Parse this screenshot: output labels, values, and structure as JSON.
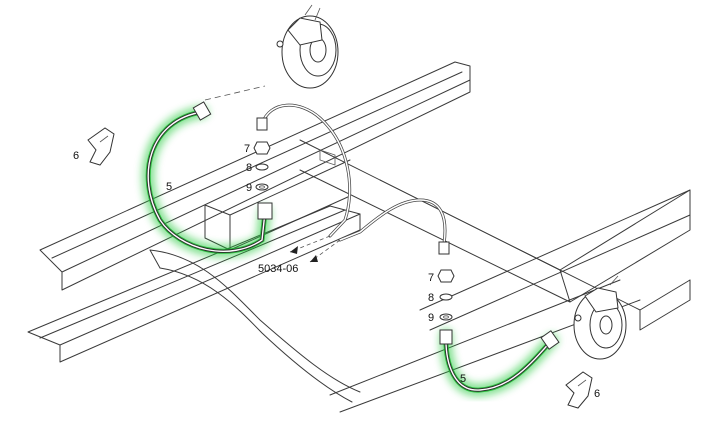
{
  "drawing": {
    "code": "5034-06",
    "callouts": {
      "hose_left": "5",
      "hose_right": "5",
      "bracket_left": "6",
      "bracket_right": "6",
      "nut_upper": "7",
      "washer_upper": "8",
      "washer2_upper": "9",
      "nut_lower": "7",
      "washer_lower": "8",
      "washer2_lower": "9"
    },
    "colors": {
      "highlight": "#22c93a",
      "line": "#3a3a3a",
      "background": "#ffffff"
    }
  }
}
